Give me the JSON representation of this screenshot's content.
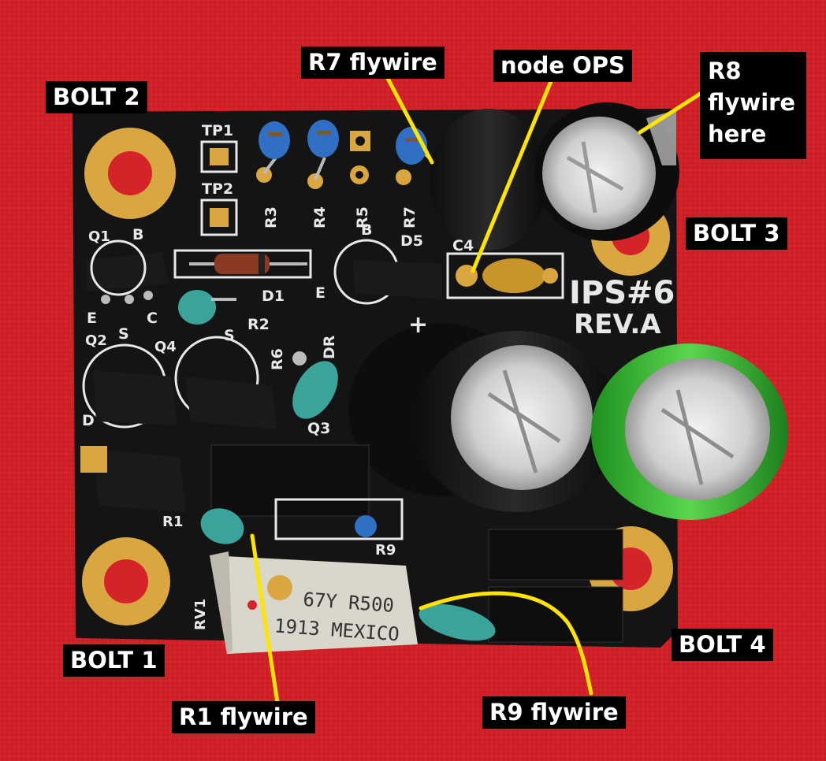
{
  "labels": {
    "bolt1": "BOLT 1",
    "bolt2": "BOLT 2",
    "bolt3": "BOLT 3",
    "bolt4": "BOLT 4",
    "r7": "R7 flywire",
    "node_ops": "node OPS",
    "r8_lines": [
      "R8",
      "flywire",
      "here"
    ],
    "r1": "R1 flywire",
    "r9": "R9 flywire"
  },
  "silkscreen": {
    "board_title": "IPS#6",
    "board_rev": "REV.A",
    "tp1": "TP1",
    "tp2": "TP2",
    "r3": "R3",
    "r4": "R4",
    "r5": "R5",
    "r7": "R7",
    "q1": "Q1",
    "q2": "Q2",
    "q4": "Q4",
    "q3": "Q3",
    "d1": "D1",
    "d5": "D5",
    "c4": "C4",
    "r2": "R2",
    "r6": "R6",
    "r1": "R1",
    "r9": "R9",
    "rv1": "RV1",
    "b1": "B",
    "b2": "B",
    "e1": "E",
    "c1": "C",
    "e2": "E",
    "s1": "S",
    "s2": "S",
    "d_pin": "D",
    "dr": "DR",
    "plus": "+"
  },
  "part_markings": {
    "rv_line1": "67Y R500",
    "rv_line2": "1913 MEXICO"
  },
  "colors": {
    "background": "#d6232a",
    "pcb": "#141414",
    "annotation_line": "#ffe400",
    "label_bg": "#000000",
    "label_text": "#ffffff",
    "silk": "#e8e8e8",
    "pad_gold": "#d9a640",
    "cap_green": "#3cc43a"
  }
}
